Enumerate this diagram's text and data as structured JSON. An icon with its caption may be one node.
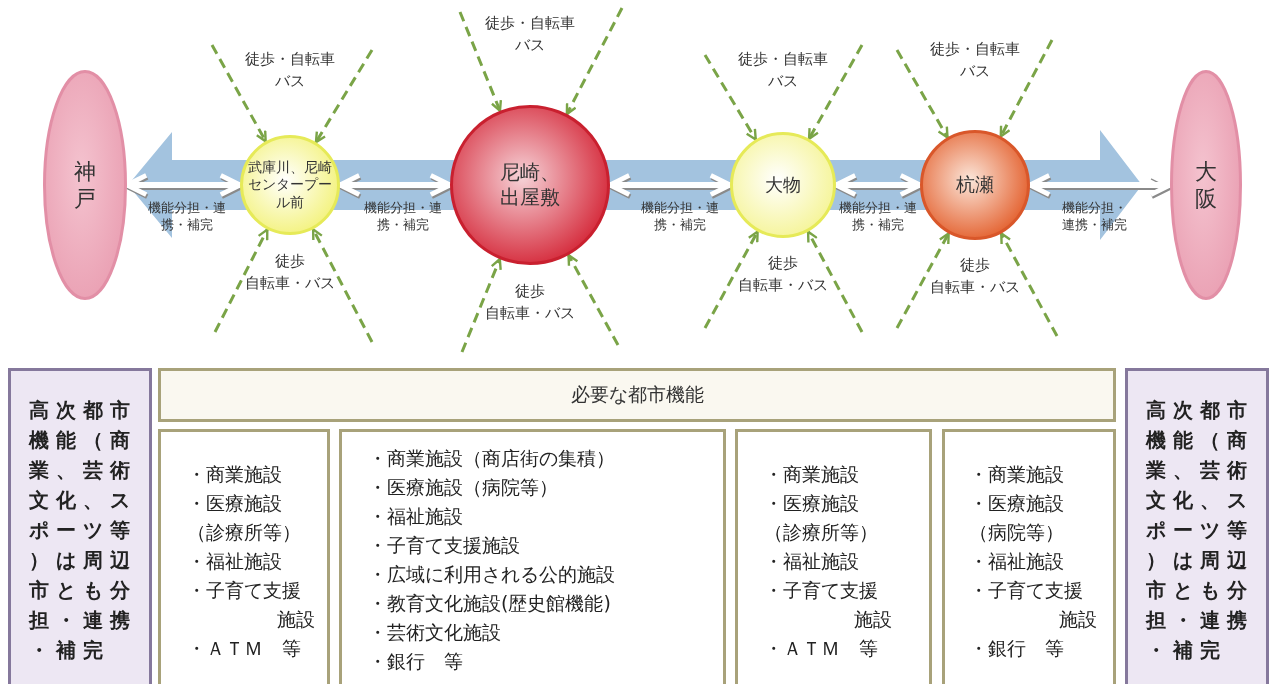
{
  "diagram": {
    "nodes": [
      {
        "text": [
          "神戸"
        ]
      },
      {
        "text": [
          "武庫川、尼崎センタープール前"
        ],
        "beside": [
          "徒歩・自転車バス",
          "徒歩自転車・バス"
        ]
      },
      {
        "text": [
          "尼崎、出屋敷"
        ],
        "beside": [
          "徒歩・自転車バス",
          "徒歩自転車・バス"
        ]
      },
      {
        "text": [
          "大物"
        ],
        "beside": [
          "徒歩・自転車バス",
          "徒歩自転車・バス"
        ]
      },
      {
        "text": [
          "杭瀬"
        ],
        "beside": [
          "徒歩・自転車バス",
          "徒歩自転車・バス"
        ]
      },
      {
        "text": [
          "大阪"
        ]
      },
      {
        "text": [
          "高次都市機能（商業、芸術文化、スポーツ等）は周辺市とも分担・連携・補完"
        ]
      },
      {
        "text": [
          "必要な都市機能"
        ]
      },
      {
        "text": [
          "・商業施設",
          "・医療施設",
          "（診療所等）",
          "・福祉施設",
          "・子育て支援施設",
          "・ＡＴＭ　等"
        ]
      },
      {
        "text": [
          "・商業施設（商店街の集積）",
          "・医療施設（病院等）",
          "・福祉施設",
          "・子育て支援施設",
          "・広域に利用される公的施設",
          "・教育文化施設(歴史館機能)",
          "・芸術文化施設",
          "・銀行　等"
        ]
      },
      {
        "text": [
          "・商業施設",
          "・医療施設",
          "（診療所等）",
          "・福祉施設",
          "・子育て支援施設",
          "・ＡＴＭ　等"
        ]
      },
      {
        "text": [
          "・商業施設",
          "・医療施設",
          "（病院等）",
          "・福祉施設",
          "・子育て支援施設",
          "・銀行　等"
        ]
      },
      {
        "text": [
          "高次都市機能（商業、芸術文化、スポーツ等）は周辺市とも分担・連携・補完"
        ]
      }
    ],
    "edges": [
      {
        "from": 0,
        "to": 1,
        "arrow": "both",
        "label": "機能分担・連携・補完",
        "style": "thick",
        "color": "#ffffff"
      },
      {
        "from": 1,
        "to": 2,
        "arrow": "both",
        "label": "機能分担・連携・補完",
        "style": "thick",
        "color": "#ffffff"
      },
      {
        "from": 2,
        "to": 3,
        "arrow": "both",
        "label": "機能分担・連携・補完",
        "style": "thick",
        "color": "#ffffff"
      },
      {
        "from": 3,
        "to": 4,
        "arrow": "both",
        "label": "機能分担・連携・補完",
        "style": "thick",
        "color": "#ffffff"
      },
      {
        "from": 4,
        "to": 5,
        "arrow": "both",
        "label": "機能分担・連携・補完",
        "style": "thick",
        "color": "#ffffff"
      },
      {
        "from": null,
        "to": 1,
        "arrow": "to",
        "style": "dashed"
      },
      {
        "from": null,
        "to": 1,
        "arrow": "to",
        "style": "dashed"
      },
      {
        "from": null,
        "to": 1,
        "arrow": "to",
        "style": "dashed"
      },
      {
        "from": null,
        "to": 1,
        "arrow": "to",
        "style": "dashed"
      },
      {
        "from": null,
        "to": 2,
        "arrow": "to",
        "style": "dashed"
      },
      {
        "from": null,
        "to": 2,
        "arrow": "to",
        "style": "dashed"
      },
      {
        "from": null,
        "to": 2,
        "arrow": "to",
        "style": "dashed"
      },
      {
        "from": null,
        "to": 2,
        "arrow": "to",
        "style": "dashed"
      },
      {
        "from": null,
        "to": 3,
        "arrow": "to",
        "style": "dashed"
      },
      {
        "from": null,
        "to": 3,
        "arrow": "to",
        "style": "dashed"
      },
      {
        "from": null,
        "to": 3,
        "arrow": "to",
        "style": "dashed"
      },
      {
        "from": null,
        "to": 3,
        "arrow": "to",
        "style": "dashed"
      },
      {
        "from": null,
        "to": 4,
        "arrow": "to",
        "style": "dashed"
      },
      {
        "from": null,
        "to": 4,
        "arrow": "to",
        "style": "dashed"
      },
      {
        "from": null,
        "to": 4,
        "arrow": "to",
        "style": "dashed"
      },
      {
        "from": null,
        "to": 4,
        "arrow": "to",
        "style": "dashed"
      }
    ]
  }
}
